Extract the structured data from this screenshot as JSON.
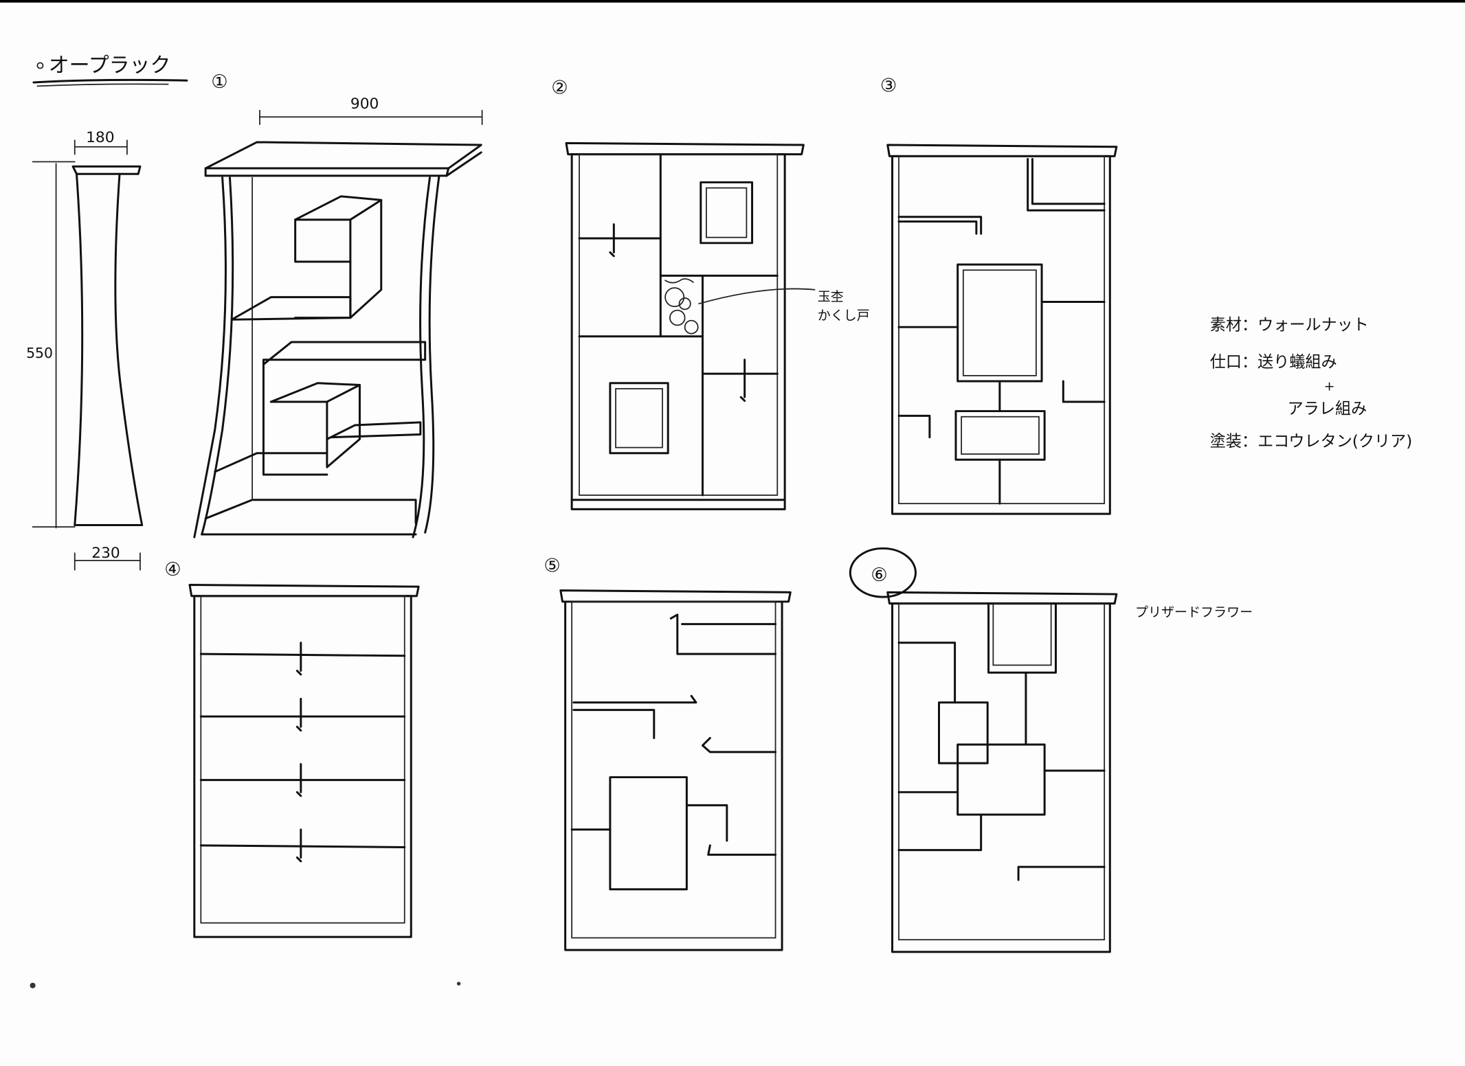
{
  "title": "オープラック",
  "side_view": {
    "dim_top": "180",
    "dim_height": "550",
    "dim_bottom": "230"
  },
  "variants": [
    {
      "label": "①",
      "dim_width": "900"
    },
    {
      "label": "②",
      "annotation": [
        "玉杢",
        "かくし戸"
      ]
    },
    {
      "label": "③"
    },
    {
      "label": "④"
    },
    {
      "label": "⑤"
    },
    {
      "label": "⑥",
      "annotation": "プリザードフラワー"
    }
  ],
  "specs": {
    "material": "素材：ウォールナット",
    "joinery": "仕口：送り蟻組み",
    "joinery_plus": "+",
    "joinery_2": "アラレ組み",
    "finish": "塗装：エコウレタン(クリア)"
  }
}
